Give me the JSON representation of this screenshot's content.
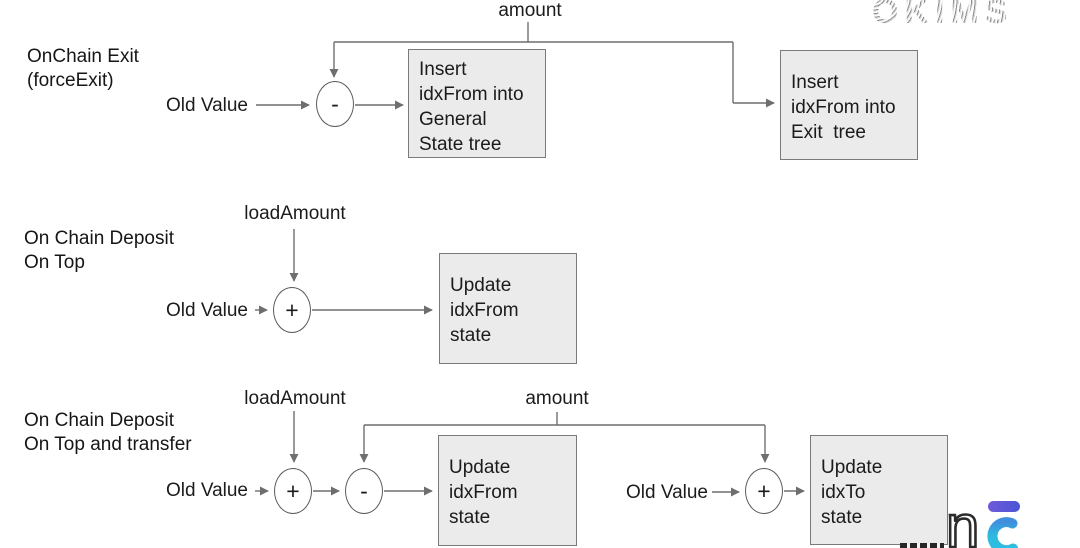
{
  "watermarks": {
    "top_right": "OKIMS",
    "bottom_right_partial_letter": "n"
  },
  "colors": {
    "background": "#ffffff",
    "text": "#1b1b1b",
    "line": "#6e6e6e",
    "box_fill": "#ebebeb",
    "box_border": "#7a7a7a",
    "watermark_grey": "#b7b7b7",
    "logo_bar_purple": "#5a56d7",
    "logo_curve_cyan": "#2eb8de",
    "logo_letter_dark": "#2b2b2b"
  },
  "diagram": {
    "rows": [
      {
        "title": [
          "OnChain Exit",
          "(forceExit)"
        ],
        "flow_label": "amount",
        "input_label": "Old Value",
        "operators": [
          "-"
        ],
        "boxes": [
          {
            "lines": [
              "Insert",
              "idxFrom into",
              "General",
              "State tree"
            ]
          },
          {
            "lines": [
              "Insert",
              "idxFrom into",
              "Exit  tree"
            ]
          }
        ]
      },
      {
        "title": [
          "On Chain Deposit",
          "On Top"
        ],
        "flow_label": "loadAmount",
        "input_label": "Old Value",
        "operators": [
          "+"
        ],
        "boxes": [
          {
            "lines": [
              "Update",
              "idxFrom",
              "state"
            ]
          }
        ]
      },
      {
        "title": [
          "On Chain Deposit",
          "On Top and transfer"
        ],
        "flow_label_load": "loadAmount",
        "flow_label_amount": "amount",
        "input_label_left": "Old Value",
        "input_label_right": "Old Value",
        "operators": [
          "+",
          "-",
          "+"
        ],
        "boxes": [
          {
            "lines": [
              "Update",
              "idxFrom",
              "state"
            ]
          },
          {
            "lines": [
              "Update",
              "idxTo",
              "state"
            ]
          }
        ]
      }
    ]
  }
}
